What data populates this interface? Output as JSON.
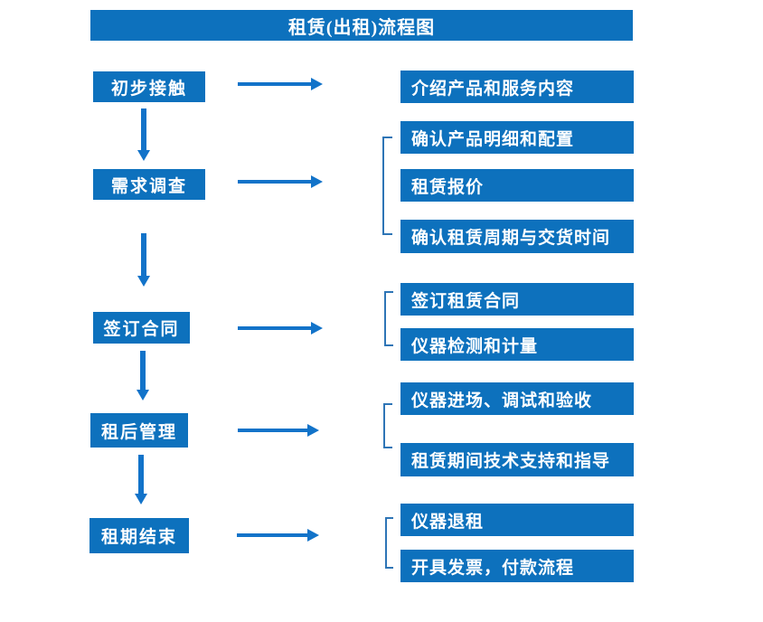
{
  "title": "租赁(出租)流程图",
  "colors": {
    "box_blue": "#0d71bd",
    "arrow_blue": "#1273c9",
    "bracket_blue": "#2e75b6",
    "text": "#ffffff",
    "background": "#ffffff"
  },
  "flow": {
    "steps": [
      {
        "label": "初步接触",
        "details": [
          "介绍产品和服务内容"
        ]
      },
      {
        "label": "需求调查",
        "details": [
          "确认产品明细和配置",
          "租赁报价",
          "确认租赁周期与交货时间"
        ]
      },
      {
        "label": "签订合同",
        "details": [
          "签订租赁合同",
          "仪器检测和计量"
        ]
      },
      {
        "label": "租后管理",
        "details": [
          "仪器进场、调试和验收",
          "租赁期间技术支持和指导"
        ]
      },
      {
        "label": "租期结束",
        "details": [
          "仪器退租",
          "开具发票，付款流程"
        ]
      }
    ]
  }
}
